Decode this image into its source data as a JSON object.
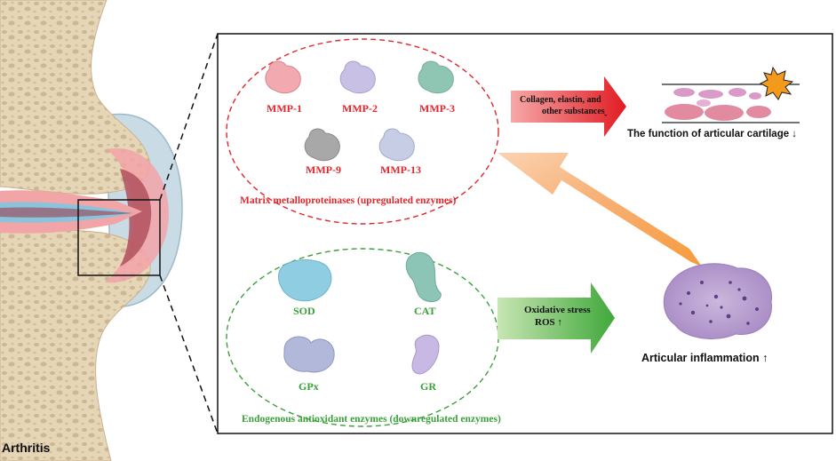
{
  "figure": {
    "joint_label": "Arthritis",
    "mmp_group": {
      "caption": "Matrix metalloproteinases (upregulated enzymes)",
      "enzymes": [
        "MMP-1",
        "MMP-2",
        "MMP-3",
        "MMP-9",
        "MMP-13"
      ],
      "colors": [
        "#f2a9b0",
        "#c9c0e6",
        "#8fc6b3",
        "#a8a8a8",
        "#c6cde4"
      ]
    },
    "antioxidant_group": {
      "caption": "Endogenous antioxidant enzymes (downregulated enzymes)",
      "enzymes": [
        "SOD",
        "CAT",
        "GPx",
        "GR"
      ],
      "colors": [
        "#8fcde3",
        "#8cc4b6",
        "#b2b8d9",
        "#c8b9e4"
      ]
    },
    "red_arrow": {
      "line1": "Collagen, elastin, and",
      "line2": "other substances",
      "mark": "ˬ"
    },
    "green_arrow": {
      "line1": "Oxidative stress",
      "line2": "ROS ↑"
    },
    "cartilage_label": "The function of articular cartilage ↓",
    "inflammation_label": "Articular inflammation ↑"
  }
}
